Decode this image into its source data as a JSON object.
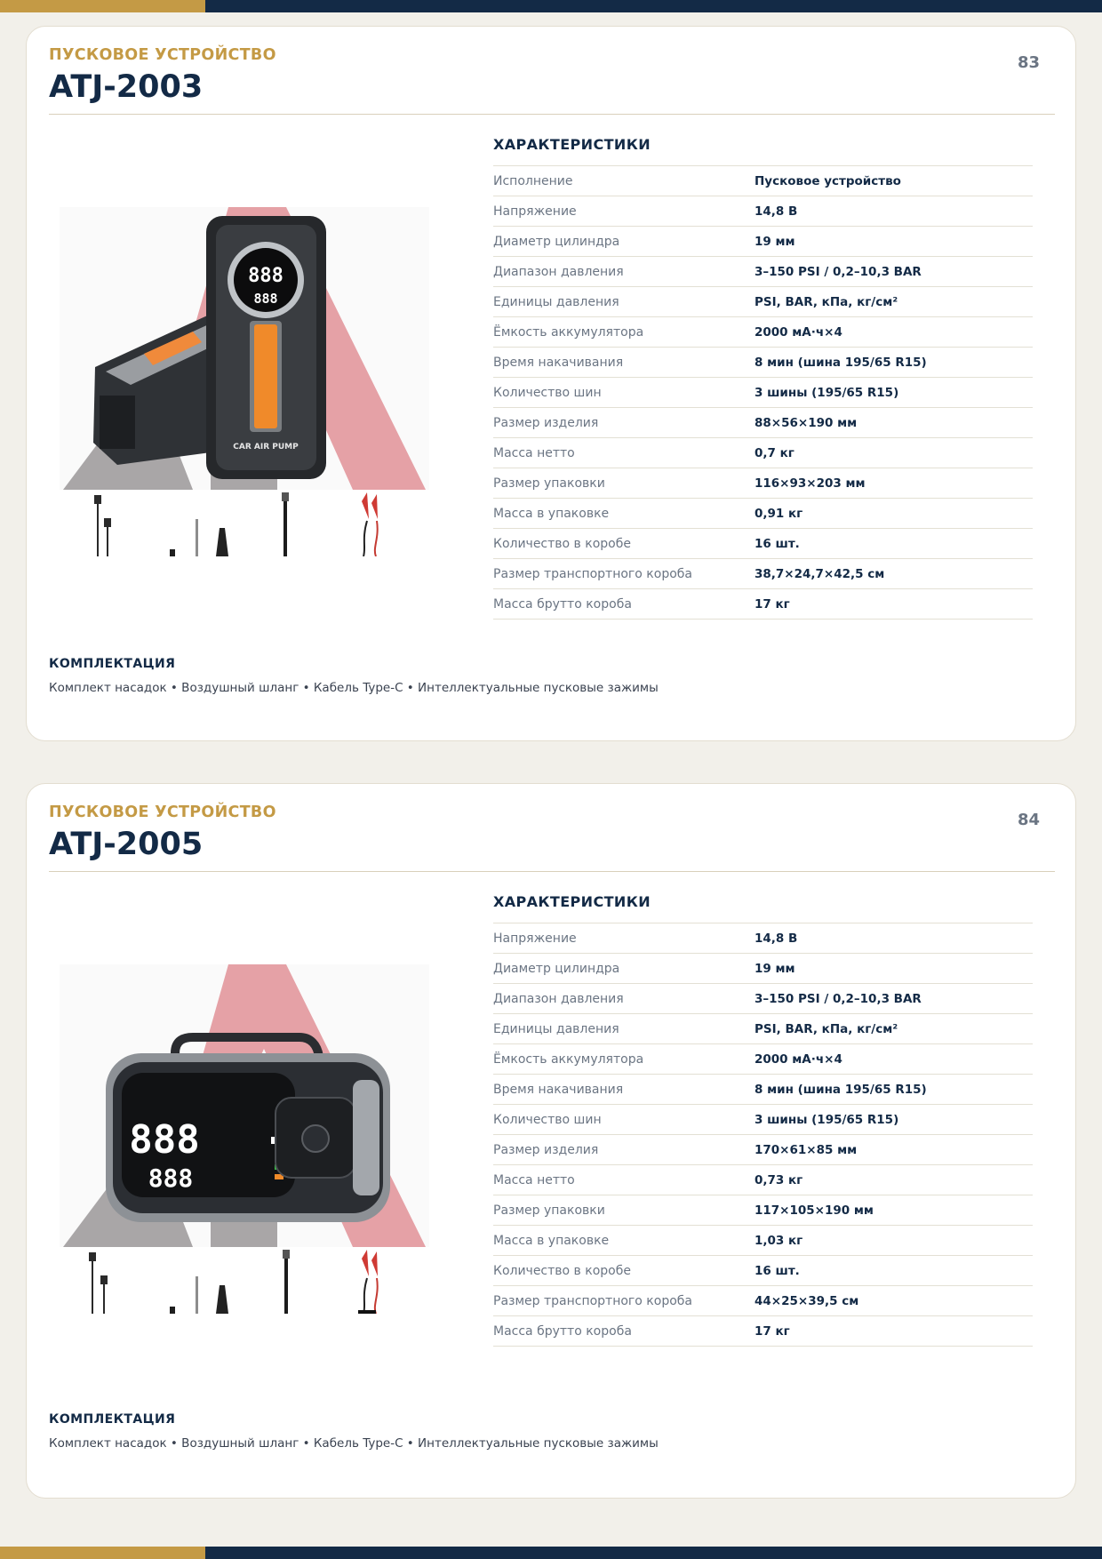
{
  "colors": {
    "navy": "#132a46",
    "gold": "#c49a45",
    "accent_pink": "#e5a1a6",
    "grey": "#a9a6a7"
  },
  "products": [
    {
      "category": "ПУСКОВОЕ УСТРОЙСТВО",
      "model": "ATJ-2003",
      "page": "83",
      "specs_title": "ХАРАКТЕРИСТИКИ",
      "specs": [
        {
          "label": "Исполнение",
          "value": "Пусковое устройство"
        },
        {
          "label": "Напряжение",
          "value": "14,8 В"
        },
        {
          "label": "Диаметр цилиндра",
          "value": "19 мм"
        },
        {
          "label": "Диапазон давления",
          "value": "3–150 PSI / 0,2–10,3 BAR"
        },
        {
          "label": "Единицы давления",
          "value": "PSI, BAR, кПа, кг/см²"
        },
        {
          "label": "Ёмкость аккумулятора",
          "value": "2000 мА·ч×4"
        },
        {
          "label": "Время накачивания",
          "value": "8 мин (шина 195/65 R15)"
        },
        {
          "label": "Количество шин",
          "value": "3 шины (195/65 R15)"
        },
        {
          "label": "Размер изделия",
          "value": "88×56×190 мм"
        },
        {
          "label": "Масса нетто",
          "value": "0,7 кг"
        },
        {
          "label": "Размер упаковки",
          "value": "116×93×203 мм"
        },
        {
          "label": "Масса в упаковке",
          "value": "0,91 кг"
        },
        {
          "label": "Количество в коробе",
          "value": "16 шт."
        },
        {
          "label": "Размер транспортного короба",
          "value": "38,7×24,7×42,5 см"
        },
        {
          "label": "Масса брутто короба",
          "value": "17 кг"
        }
      ],
      "kit_title": "КОМПЛЕКТАЦИЯ",
      "kit_text": "Комплект насадок • Воздушный шланг • Кабель Type-C • Интеллектуальные пусковые зажимы",
      "device_label": "CAR AIR PUMP",
      "display_digits": "888"
    },
    {
      "category": "ПУСКОВОЕ УСТРОЙСТВО",
      "model": "ATJ-2005",
      "page": "84",
      "specs_title": "ХАРАКТЕРИСТИКИ",
      "specs": [
        {
          "label": "Напряжение",
          "value": "14,8 В"
        },
        {
          "label": "Диаметр цилиндра",
          "value": "19 мм"
        },
        {
          "label": "Диапазон давления",
          "value": "3–150 PSI / 0,2–10,3 BAR"
        },
        {
          "label": "Единицы давления",
          "value": "PSI, BAR, кПа, кг/см²"
        },
        {
          "label": "Ёмкость аккумулятора",
          "value": "2000 мА·ч×4"
        },
        {
          "label": "Время накачивания",
          "value": "8 мин (шина 195/65 R15)"
        },
        {
          "label": "Количество шин",
          "value": "3 шины (195/65 R15)"
        },
        {
          "label": "Размер изделия",
          "value": "170×61×85 мм"
        },
        {
          "label": "Масса нетто",
          "value": "0,73 кг"
        },
        {
          "label": "Размер упаковки",
          "value": "117×105×190 мм"
        },
        {
          "label": "Масса в упаковке",
          "value": "1,03 кг"
        },
        {
          "label": "Количество в коробе",
          "value": "16 шт."
        },
        {
          "label": "Размер транспортного короба",
          "value": "44×25×39,5 см"
        },
        {
          "label": "Масса брутто короба",
          "value": "17 кг"
        }
      ],
      "kit_title": "КОМПЛЕКТАЦИЯ",
      "kit_text": "Комплект насадок • Воздушный шланг • Кабель Type-C • Интеллектуальные пусковые зажимы",
      "display_digits": "888"
    }
  ]
}
